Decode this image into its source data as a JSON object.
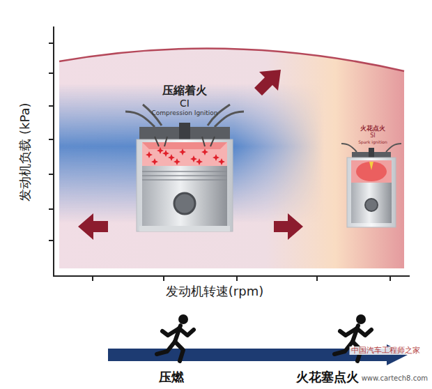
{
  "diagram": {
    "labels": [
      "发动机负载 (kPa)",
      "发动机转速(rpm)",
      "压縮着火",
      "CI",
      "Compression Ignition",
      "火花点火",
      "SI",
      "Spark ignition",
      "压燃",
      "火花塞点火",
      "中国汽车工程师之家",
      "www.cartech8.com"
    ]
  }
}
